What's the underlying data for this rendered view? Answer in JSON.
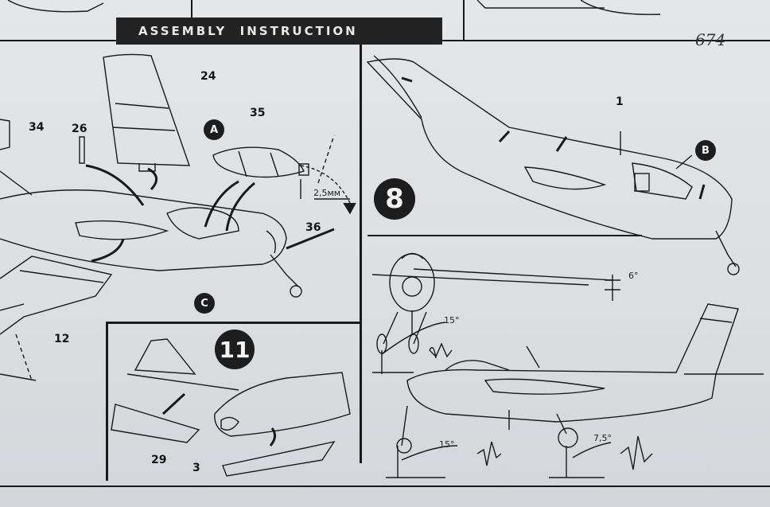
{
  "header": {
    "title": "ASSEMBLY  INSTRUCTION",
    "page_mark": "674"
  },
  "steps": {
    "step_a": "8",
    "step_b": "11"
  },
  "callouts": {
    "a": "A",
    "b": "B",
    "c": "C"
  },
  "parts": {
    "p24": "24",
    "p35": "35",
    "p34": "34",
    "p26": "26",
    "p36": "36",
    "p12": "12",
    "p1": "1",
    "p29": "29",
    "p3": "3"
  },
  "measurements": {
    "gap": "2,5мм",
    "dihedral": "6°",
    "gear_front": "15°",
    "gear_side": "15°",
    "tail_angle": "7,5°"
  },
  "colors": {
    "ink": "#1a1a1a",
    "paper": "#e0e2e5",
    "banner": "#222222"
  }
}
